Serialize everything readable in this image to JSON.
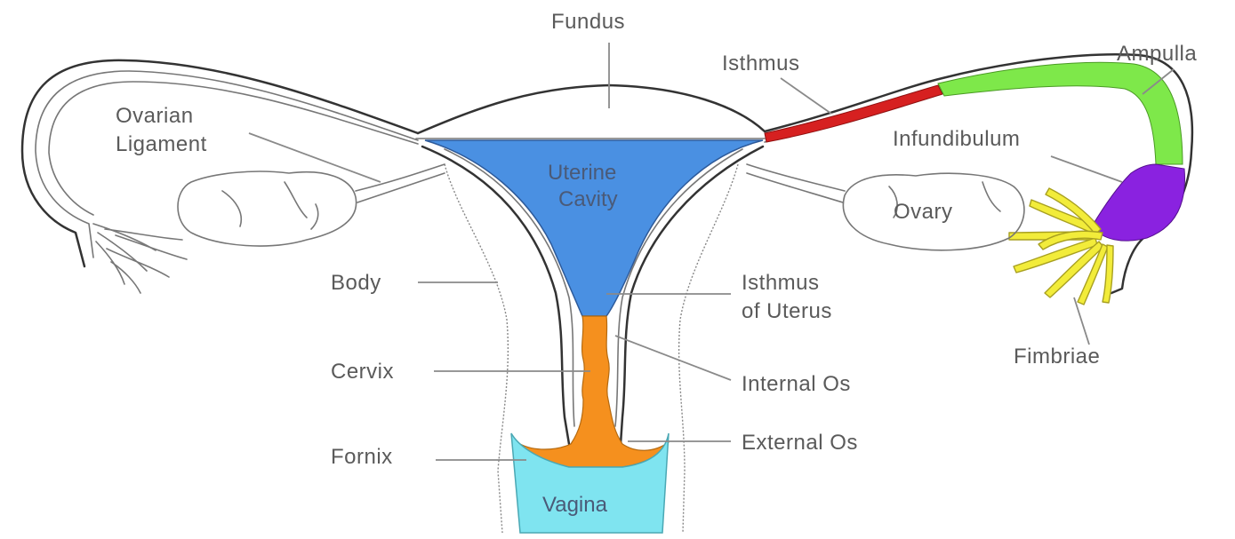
{
  "labels": {
    "fundus": "Fundus",
    "isthmus": "Isthmus",
    "ampulla": "Ampulla",
    "ovarian_ligament_line1": "Ovarian",
    "ovarian_ligament_line2": "Ligament",
    "infundibulum": "Infundibulum",
    "uterine_cavity_line1": "Uterine",
    "uterine_cavity_line2": "Cavity",
    "ovary": "Ovary",
    "body": "Body",
    "isthmus_of_uterus_line1": "Isthmus",
    "isthmus_of_uterus_line2": "of Uterus",
    "fimbriae": "Fimbriae",
    "cervix": "Cervix",
    "internal_os": "Internal Os",
    "fornix": "Fornix",
    "external_os": "External Os",
    "vagina": "Vagina"
  },
  "colors": {
    "uterine_cavity": "#4a90e2",
    "cervical_canal": "#f5901e",
    "vagina": "#7fe4f0",
    "isthmus_tube": "#d62020",
    "ampulla": "#7ee84a",
    "infundibulum": "#8a22e0",
    "fimbriae": "#f2ec3a"
  }
}
